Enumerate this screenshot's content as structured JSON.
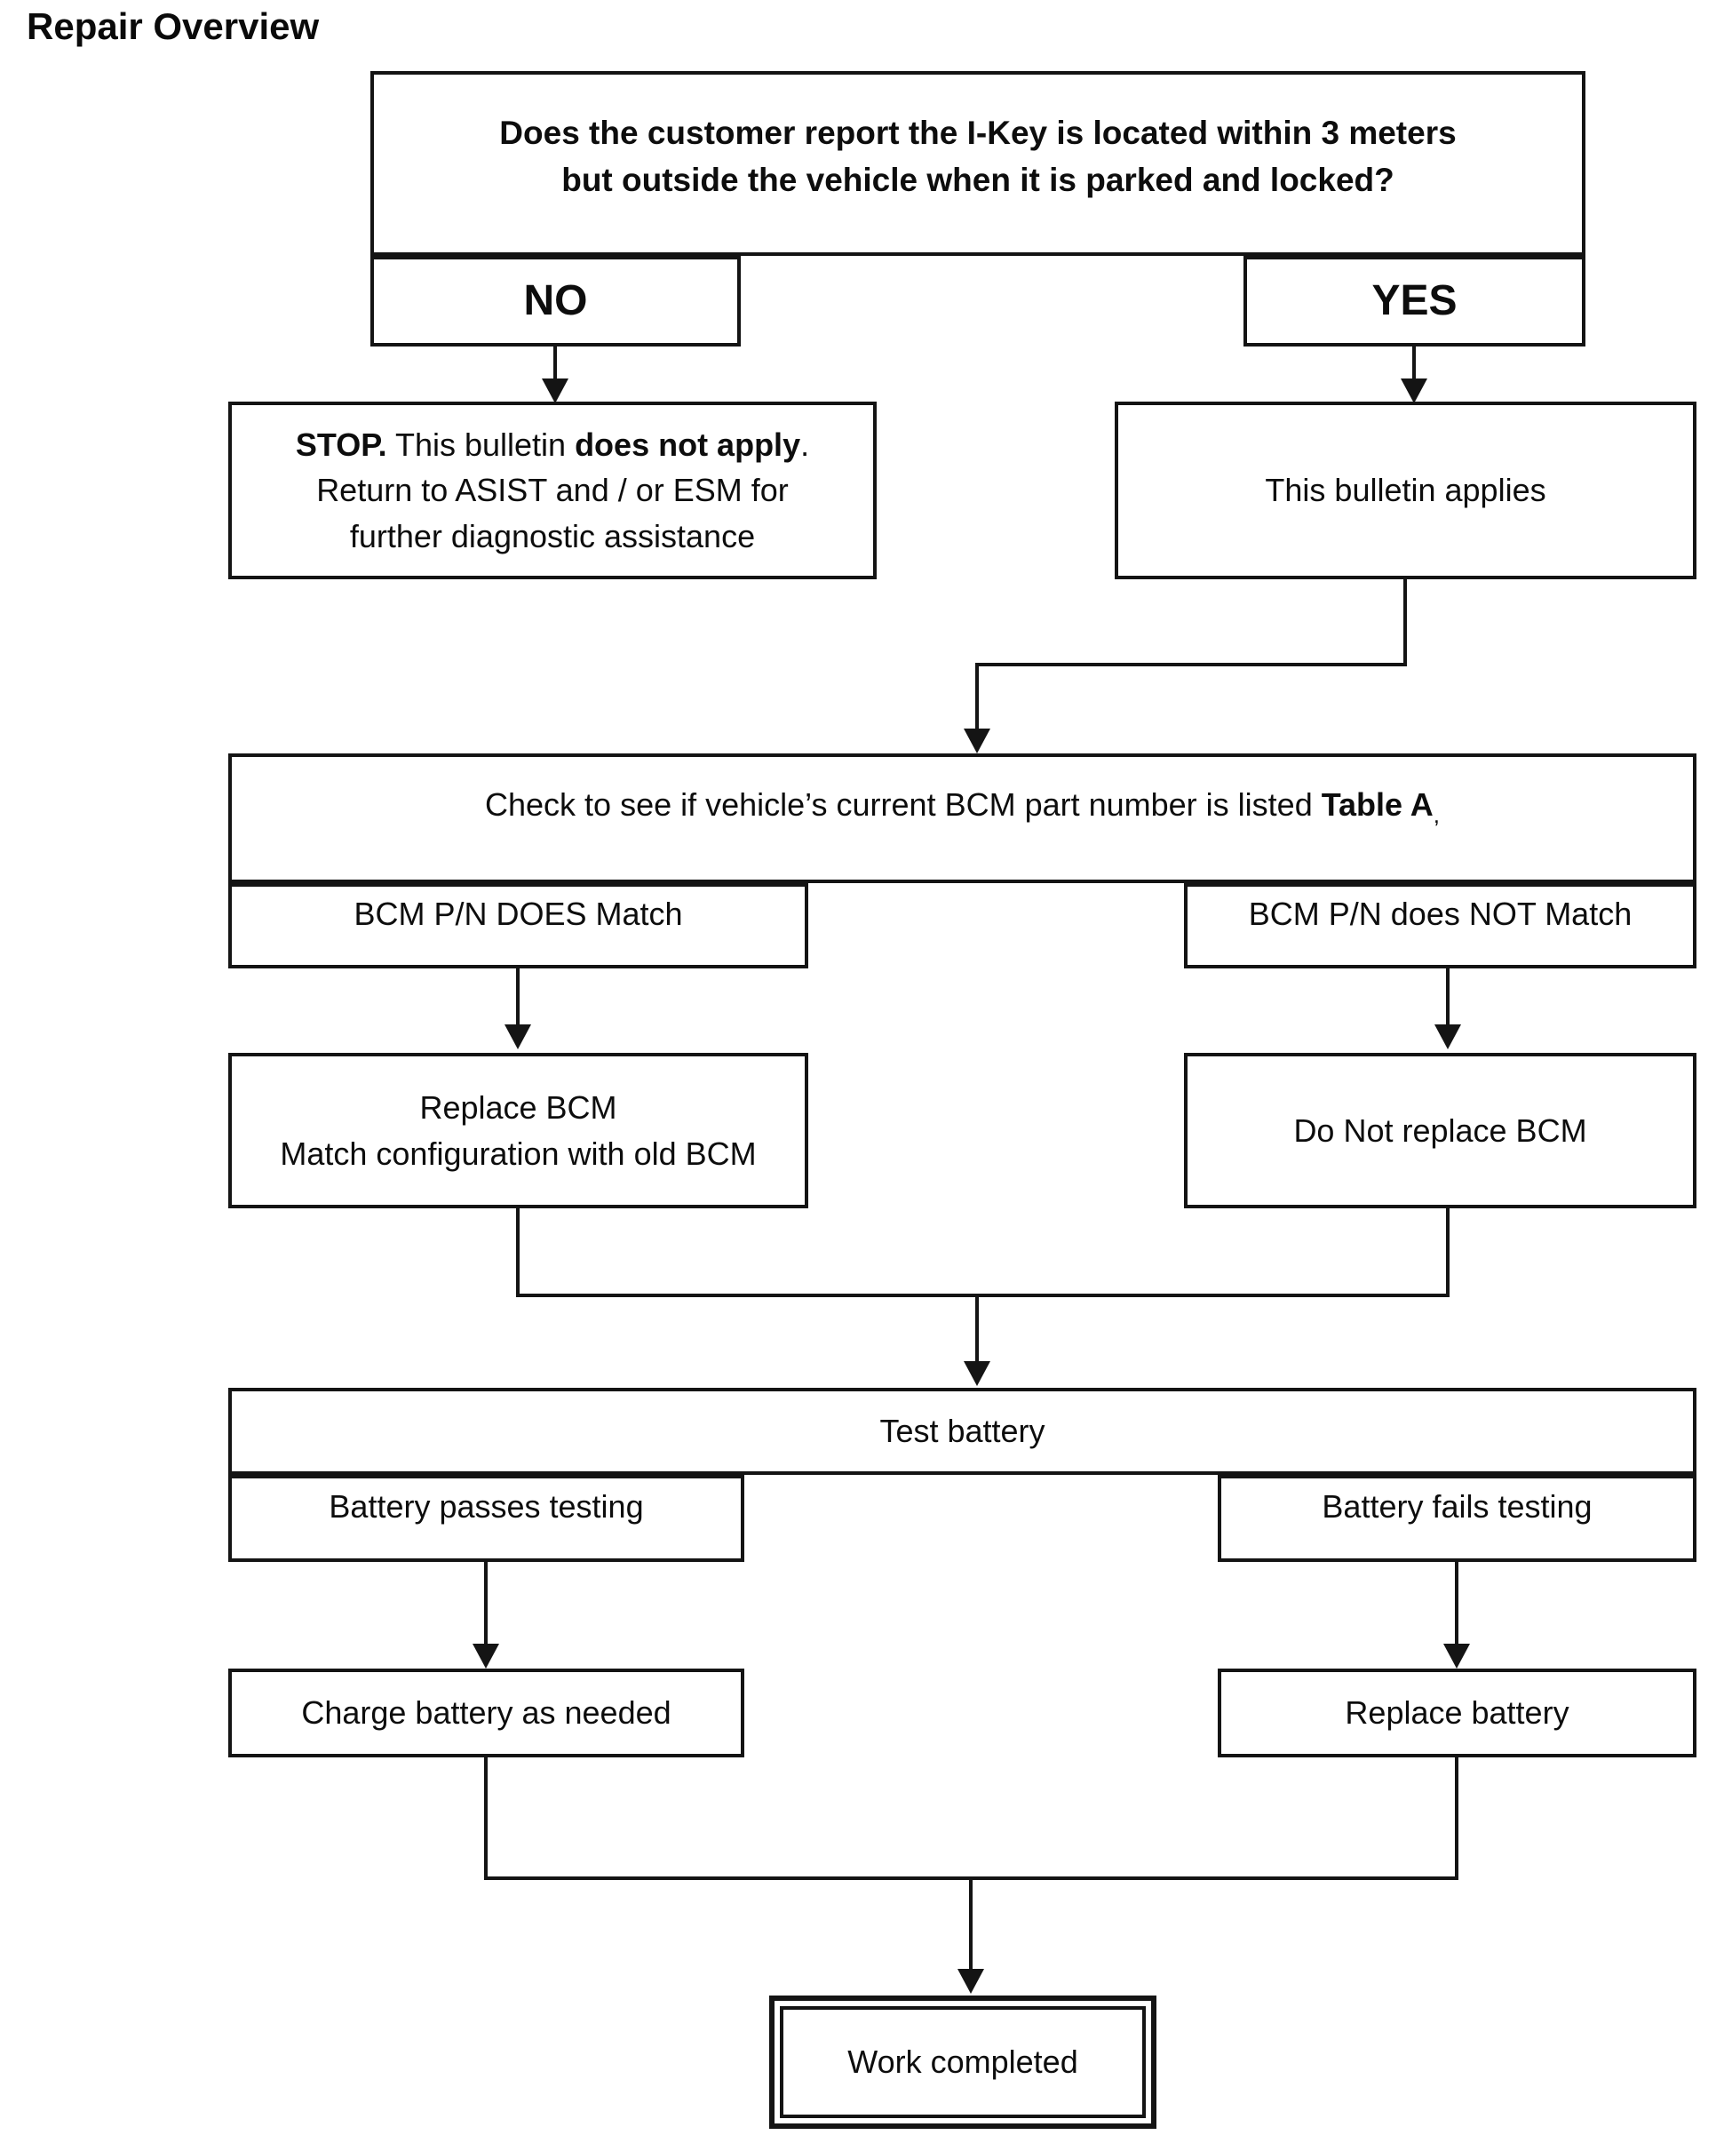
{
  "page": {
    "title": "Repair Overview"
  },
  "flow": {
    "question": "Does the customer report the I-Key is located within 3 meters\nbut outside the vehicle when it is parked and locked?",
    "no_label": "NO",
    "yes_label": "YES",
    "stop_segments": [
      {
        "t": "STOP.",
        "b": true
      },
      {
        "t": " This bulletin ",
        "b": false
      },
      {
        "t": "does not apply",
        "b": true
      },
      {
        "t": ".\nReturn to ASIST and / or ESM for\nfurther diagnostic assistance",
        "b": false
      }
    ],
    "bulletin_applies": "This bulletin applies",
    "check_segments": [
      {
        "t": "Check to see if vehicle’s current BCM part number is listed ",
        "b": false
      },
      {
        "t": "Table A",
        "b": true
      },
      {
        "t": ",",
        "b": false,
        "sub": true
      }
    ],
    "does_match": "BCM P/N DOES Match",
    "not_match": "BCM P/N does NOT Match",
    "replace_bcm": "Replace BCM\nMatch configuration with old BCM",
    "do_not_replace": "Do Not replace BCM",
    "test_battery": "Test battery",
    "battery_passes": "Battery passes testing",
    "battery_fails": "Battery fails testing",
    "charge_battery": "Charge battery as needed",
    "replace_battery": "Replace battery",
    "work_completed": "Work completed"
  }
}
